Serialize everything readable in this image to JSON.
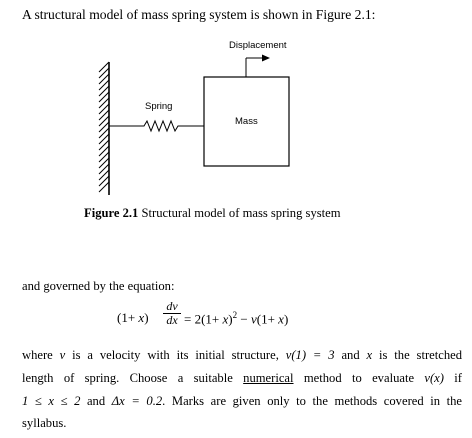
{
  "intro_text": "A structural model of mass spring system is shown in Figure 2.1:",
  "figure": {
    "displacement_label": "Displacement",
    "spring_label": "Spring",
    "mass_label": "Mass",
    "caption_number": "Figure 2.1",
    "caption_text": " Structural model of mass spring system"
  },
  "governed_text": "and governed by the equation:",
  "equation": {
    "lhs": "(1+ x)",
    "frac_num": "dv",
    "frac_den": "dx",
    "rhs": "= 2(1+ x)² − v(1+ x)"
  },
  "paragraph": {
    "line1_a": "where ",
    "line1_v": "v",
    "line1_b": " is a velocity with its initial structure, ",
    "line1_init": "v(1) = 3",
    "line1_c": " and ",
    "line1_x": "x",
    "line1_d": " is the stretched",
    "line2_a": "length of spring. Choose a suitable ",
    "line2_numerical": "numerical",
    "line2_b": " method to evaluate ",
    "line2_vx": "v(x)",
    "line2_c": " if",
    "line3_range": "1 ≤ x ≤ 2",
    "line3_a": " and ",
    "line3_dx": "Δx = 0.2",
    "line3_b": ". Marks are given only to the methods covered in the",
    "line4": "syllabus."
  },
  "colors": {
    "ink": "#000000",
    "background": "#ffffff"
  }
}
